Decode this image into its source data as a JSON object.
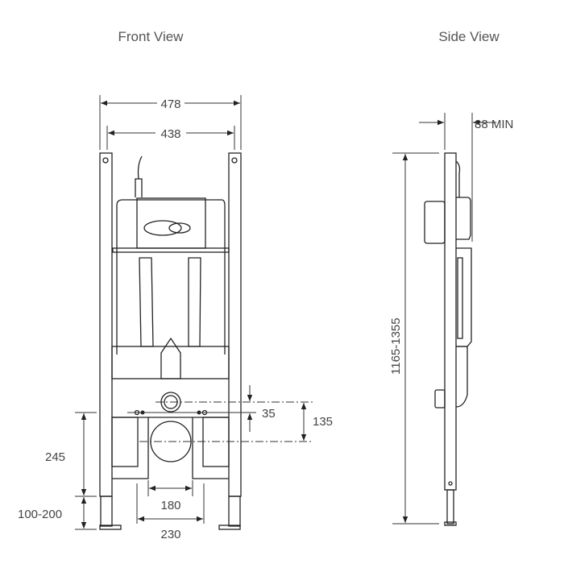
{
  "titles": {
    "front": "Front View",
    "side": "Side View"
  },
  "dimensions": {
    "overall_width": "478",
    "inner_width": "438",
    "offset_35": "35",
    "offset_135": "135",
    "height_245": "245",
    "leg_range": "100-200",
    "width_180": "180",
    "width_230": "230",
    "depth_min": "88 MIN",
    "height_range": "1165-1355"
  }
}
